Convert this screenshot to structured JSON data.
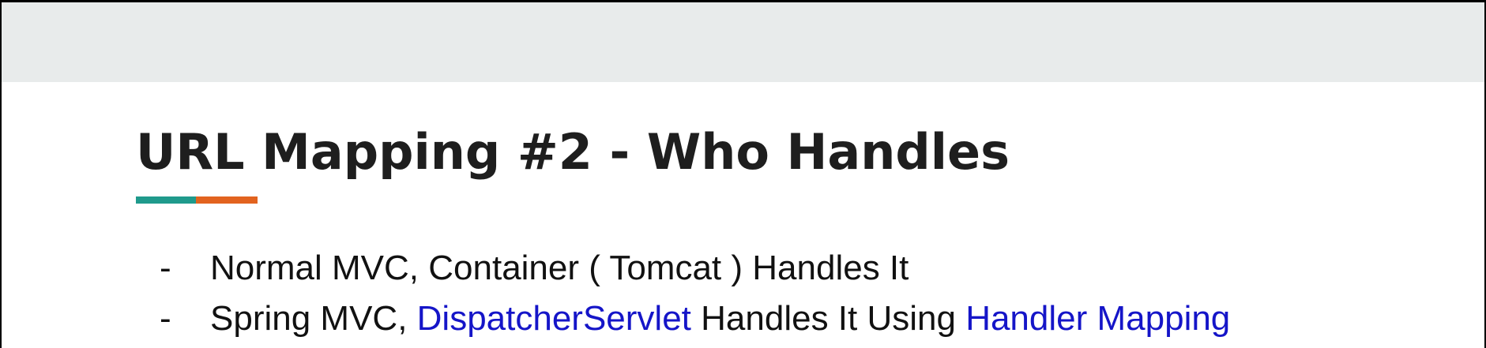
{
  "slide": {
    "title": "URL Mapping #2 - Who Handles",
    "underline_colors": [
      "#1f9a8c",
      "#e2631f"
    ],
    "highlight_color": "#1515c8",
    "bullets": [
      {
        "marker": "-",
        "text": "Normal MVC, Container ( Tomcat ) Handles It"
      },
      {
        "marker": "-",
        "part1": "Spring MVC, ",
        "highlight1": "DispatcherServlet",
        "part2": " Handles It Using ",
        "highlight2": "Handler Mapping"
      }
    ]
  }
}
